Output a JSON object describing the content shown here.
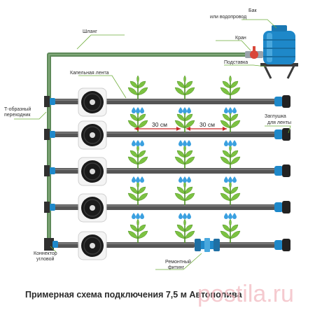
{
  "labels": {
    "hose": "Шланг",
    "tank_line1": "Бак",
    "tank_line2": "или водопровод",
    "tap": "Кран",
    "stand": "Подставка",
    "drip_tape": "Капельная лента",
    "t_adapter_line1": "Т-образный",
    "t_adapter_line2": "переходник",
    "end_plug_line1": "Заглушка",
    "end_plug_line2": "для ленты",
    "corner_line1": "Коннектор",
    "corner_line2": "угловой",
    "repair_line1": "Ремонтный",
    "repair_line2": "фитинг"
  },
  "dimensions": {
    "left": "30 см",
    "right": "30 см"
  },
  "caption": "Примерная схема подключения 7,5 м Автополива",
  "watermark": "postila.ru",
  "colors": {
    "pipe": "#555555",
    "hose": "#5f8a5a",
    "fitting_blue": "#1e88c9",
    "plant_green": "#7cc242",
    "drop_blue": "#3aa0e0",
    "dimension_red": "#c62828",
    "leader_green": "#6fae3b"
  },
  "icons": [
    "water-tank",
    "tap-icon",
    "tape-reel-icon",
    "end-plug-icon",
    "repair-fitting-icon",
    "corner-connector-icon",
    "plant-icon",
    "water-drop-icon"
  ]
}
